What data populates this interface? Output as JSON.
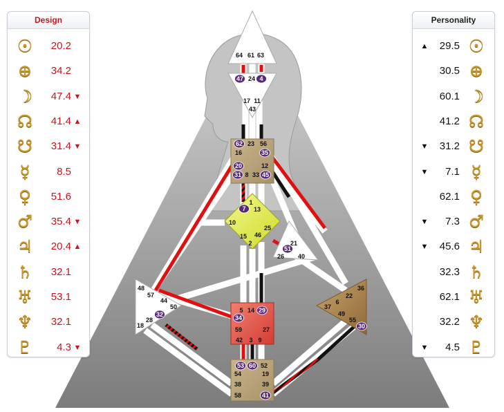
{
  "design": {
    "title": "Design",
    "rows": [
      {
        "icon": "sun-icon",
        "glyph": "☉",
        "value": "20.2",
        "arrow": ""
      },
      {
        "icon": "earth-icon",
        "glyph": "⊕",
        "value": "34.2",
        "arrow": ""
      },
      {
        "icon": "moon-icon",
        "glyph": "☽",
        "value": "47.4",
        "arrow": "▼"
      },
      {
        "icon": "north-node-icon",
        "glyph": "☊",
        "value": "41.4",
        "arrow": "▲"
      },
      {
        "icon": "south-node-icon",
        "glyph": "☋",
        "value": "31.4",
        "arrow": "▼"
      },
      {
        "icon": "mercury-icon",
        "glyph": "☿",
        "value": "8.5",
        "arrow": ""
      },
      {
        "icon": "venus-icon",
        "glyph": "♀",
        "value": "51.6",
        "arrow": ""
      },
      {
        "icon": "mars-icon",
        "glyph": "♂",
        "value": "35.4",
        "arrow": "▼"
      },
      {
        "icon": "jupiter-icon",
        "glyph": "♃",
        "value": "20.4",
        "arrow": "▲"
      },
      {
        "icon": "saturn-icon",
        "glyph": "♄",
        "value": "32.1",
        "arrow": ""
      },
      {
        "icon": "uranus-icon",
        "glyph": "♅",
        "value": "53.1",
        "arrow": ""
      },
      {
        "icon": "neptune-icon",
        "glyph": "♆",
        "value": "32.1",
        "arrow": ""
      },
      {
        "icon": "pluto-icon",
        "glyph": "♇",
        "value": "4.3",
        "arrow": "▼"
      }
    ]
  },
  "personality": {
    "title": "Personality",
    "rows": [
      {
        "icon": "sun-icon",
        "glyph": "☉",
        "value": "29.5",
        "arrow": "▲"
      },
      {
        "icon": "earth-icon",
        "glyph": "⊕",
        "value": "30.5",
        "arrow": ""
      },
      {
        "icon": "moon-icon",
        "glyph": "☽",
        "value": "60.1",
        "arrow": ""
      },
      {
        "icon": "north-node-icon",
        "glyph": "☊",
        "value": "41.2",
        "arrow": ""
      },
      {
        "icon": "south-node-icon",
        "glyph": "☋",
        "value": "31.2",
        "arrow": "▼"
      },
      {
        "icon": "mercury-icon",
        "glyph": "☿",
        "value": "7.1",
        "arrow": "▼"
      },
      {
        "icon": "venus-icon",
        "glyph": "♀",
        "value": "62.1",
        "arrow": ""
      },
      {
        "icon": "mars-icon",
        "glyph": "♂",
        "value": "7.3",
        "arrow": "▼"
      },
      {
        "icon": "jupiter-icon",
        "glyph": "♃",
        "value": "45.6",
        "arrow": "▼"
      },
      {
        "icon": "saturn-icon",
        "glyph": "♄",
        "value": "32.3",
        "arrow": ""
      },
      {
        "icon": "uranus-icon",
        "glyph": "♅",
        "value": "62.1",
        "arrow": ""
      },
      {
        "icon": "neptune-icon",
        "glyph": "♆",
        "value": "32.2",
        "arrow": ""
      },
      {
        "icon": "pluto-icon",
        "glyph": "♇",
        "value": "4.5",
        "arrow": "▼"
      }
    ]
  },
  "colors": {
    "design": "#e01010",
    "personality": "#111111",
    "defined_center": "#b8a47a",
    "ajna": "#e4ef4c",
    "sacral": "#e2574c",
    "spleen_solar": "#a8824e",
    "undefined": "#ffffff",
    "hanging": "#5a2a7a"
  },
  "centers": {
    "head": [
      "64",
      "61",
      "63"
    ],
    "ajna": [
      "47",
      "24",
      "4",
      "17",
      "11",
      "43"
    ],
    "throat": [
      "62",
      "23",
      "56",
      "16",
      "35",
      "20",
      "12",
      "31",
      "8",
      "33",
      "45"
    ],
    "g": [
      "1",
      "7",
      "13",
      "10",
      "25",
      "15",
      "46",
      "2"
    ],
    "heart": [
      "21",
      "51",
      "26",
      "40"
    ],
    "spleen": [
      "48",
      "57",
      "44",
      "50",
      "32",
      "28",
      "18"
    ],
    "solar_plexus": [
      "36",
      "22",
      "6",
      "37",
      "49",
      "55",
      "30"
    ],
    "sacral": [
      "5",
      "14",
      "29",
      "34",
      "27",
      "59",
      "42",
      "3",
      "9"
    ],
    "root": [
      "53",
      "60",
      "52",
      "54",
      "19",
      "38",
      "39",
      "58",
      "41"
    ]
  },
  "hanging_gates": [
    "47",
    "4",
    "62",
    "35",
    "20",
    "31",
    "45",
    "7",
    "51",
    "32",
    "34",
    "29",
    "53",
    "60",
    "41",
    "30"
  ]
}
